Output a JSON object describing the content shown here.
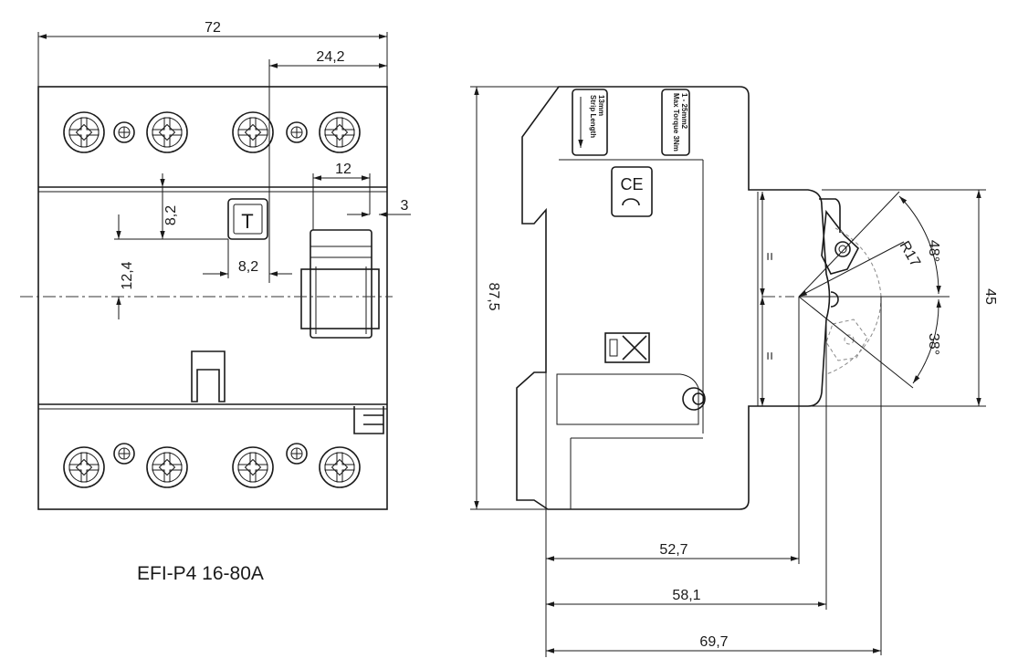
{
  "caption": "EFI-P4 16-80A",
  "front_view": {
    "test_button_label": "T",
    "dims": {
      "width": "72",
      "offset": "24,2",
      "lever_width": "12",
      "lever_offset": "3",
      "button_height": "8,2",
      "center_height": "12,4",
      "button_width": "8,2"
    }
  },
  "side_view": {
    "label_strip": {
      "title": "Strip Length",
      "value": "13mm"
    },
    "label_torque": {
      "title": "Max Torque 3Nm",
      "value": "1 - 25mm2"
    },
    "ce_mark": "CE",
    "dims": {
      "height": "87,5",
      "d1": "52,7",
      "d2": "58,1",
      "d3": "69,7",
      "module_height": "45",
      "angle_up": "48°",
      "angle_down": "38°",
      "radius": "R17",
      "equal_top": "=",
      "equal_bottom": "="
    }
  }
}
